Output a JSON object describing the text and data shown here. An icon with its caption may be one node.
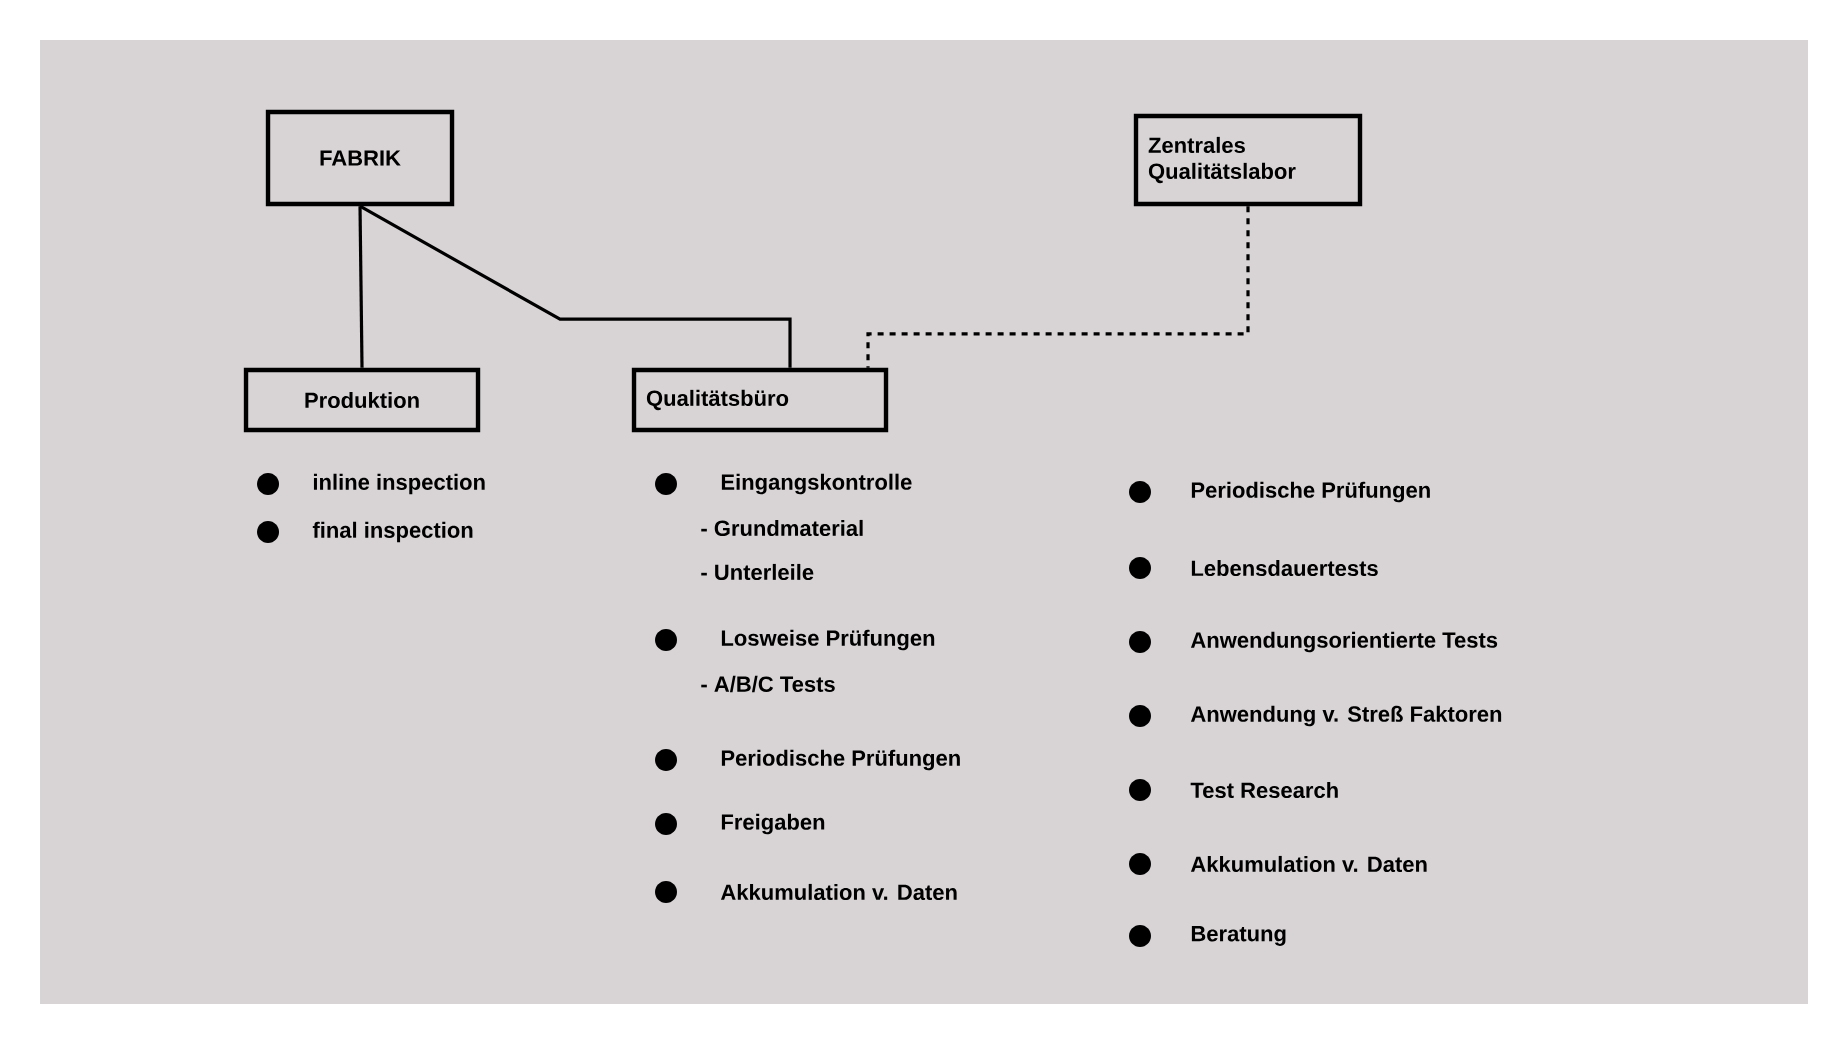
{
  "diagram": {
    "nodes": [
      {
        "text": [
          "FABRIK"
        ]
      },
      {
        "text": [
          "Zentrales Qualitätslabor"
        ]
      },
      {
        "text": [
          "Produktion"
        ]
      },
      {
        "text": [
          "Qualitätsbüro"
        ]
      }
    ],
    "edges": [
      {
        "from": 0,
        "to": 2,
        "arrow": "none"
      },
      {
        "from": 0,
        "to": 3,
        "arrow": "none"
      },
      {
        "from": 1,
        "to": 3,
        "arrow": "none",
        "style": "dashed"
      }
    ],
    "labels": [
      "inline inspection",
      "final inspection",
      "Eingangskontrolle",
      "- Grundmaterial",
      "- Unterleile",
      "Losweise Prüfungen",
      "- A/B/C Tests",
      "Periodische Prüfungen",
      "Freigaben",
      "Akkumulation v. Daten",
      "Periodische Prüfungen",
      "Lebensdauertests",
      "Anwendungsorientierte Tests",
      "Anwendung v. Streß Faktoren",
      "Test Research",
      "Akkumulation v. Daten",
      "Beratung"
    ]
  }
}
